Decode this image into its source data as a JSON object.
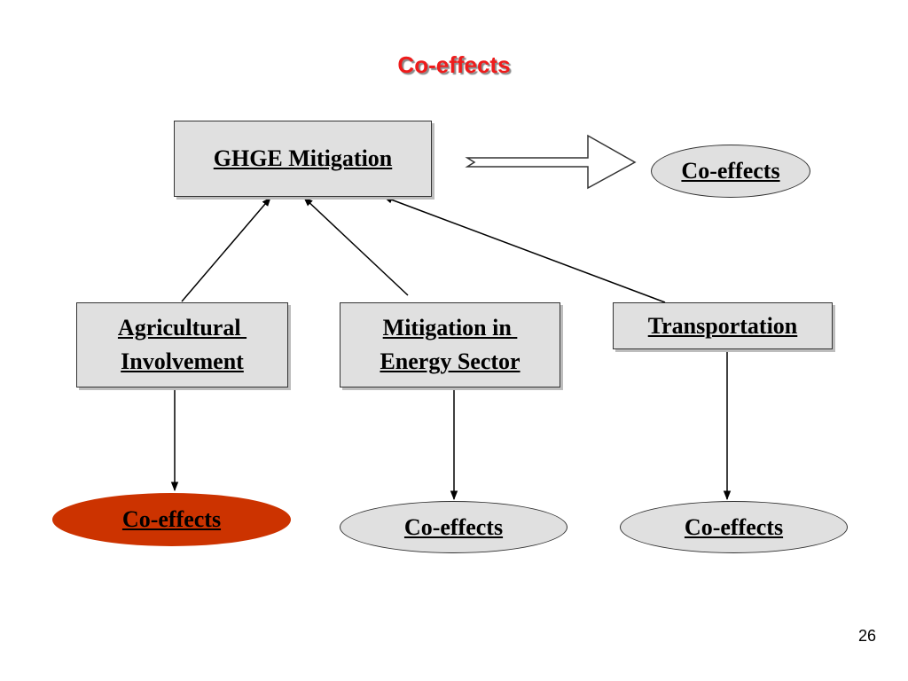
{
  "slide": {
    "title": "Co-effects",
    "page_number": "26"
  },
  "nodes": {
    "ghge": {
      "label": "GHGE Mitigation"
    },
    "agri": {
      "line1": "Agricultural ",
      "line2": "Involvement"
    },
    "energy": {
      "line1": "Mitigation in ",
      "line2": "Energy Sector"
    },
    "transport": {
      "label": "Transportation"
    },
    "coeffects_top": {
      "label": "Co-effects"
    },
    "coeffects_agri": {
      "label": "Co-effects",
      "fill": "#cc3300"
    },
    "coeffects_energy": {
      "label": "Co-effects"
    },
    "coeffects_transport": {
      "label": "Co-effects"
    }
  },
  "colors": {
    "title": "#ee1c1c",
    "box_fill": "#e0e0e0",
    "highlight_oval": "#cc3300"
  }
}
